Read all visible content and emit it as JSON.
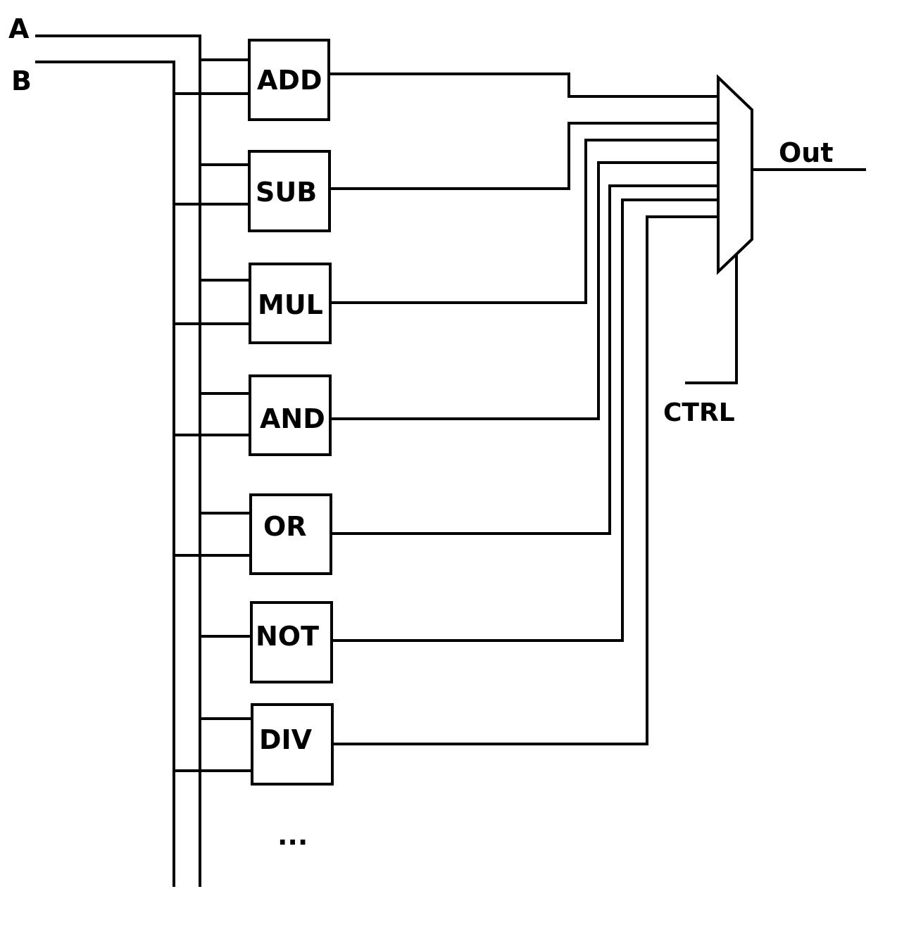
{
  "inputs": {
    "a": "A",
    "b": "B"
  },
  "units": [
    {
      "key": "add",
      "label": "ADD"
    },
    {
      "key": "sub",
      "label": "SUB"
    },
    {
      "key": "mul",
      "label": "MUL"
    },
    {
      "key": "and",
      "label": "AND"
    },
    {
      "key": "or",
      "label": "OR"
    },
    {
      "key": "not",
      "label": "NOT"
    },
    {
      "key": "div",
      "label": "DIV"
    }
  ],
  "ellipsis": "...",
  "mux": {
    "output_label": "Out",
    "control_label": "CTRL"
  }
}
